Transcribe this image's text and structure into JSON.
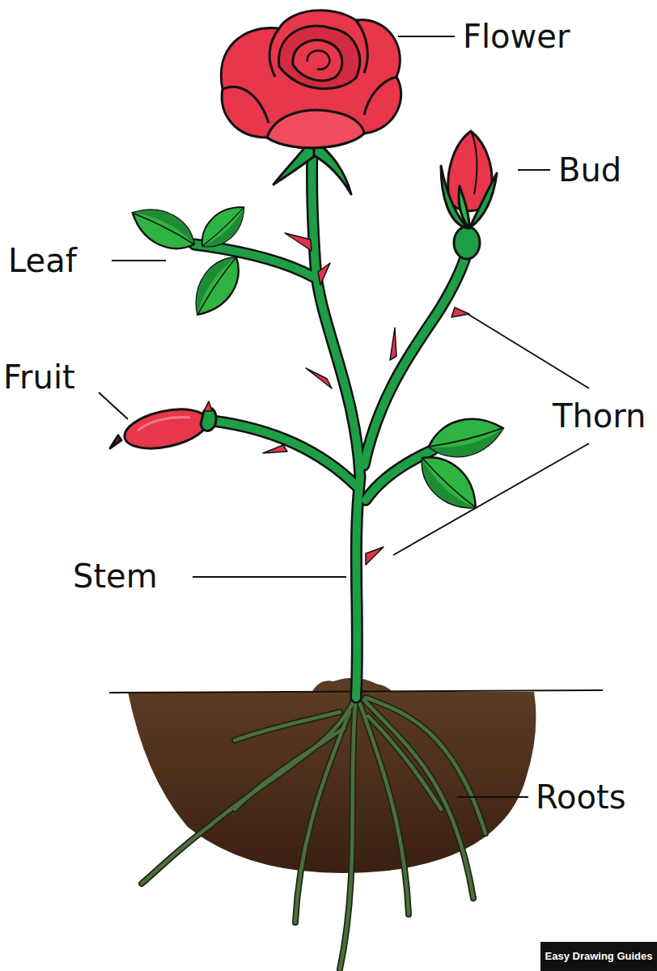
{
  "diagram": {
    "labels": [
      "Flower",
      "Bud",
      "Leaf",
      "Fruit",
      "Thorn",
      "Stem",
      "Roots",
      "Easy Drawing Guides"
    ]
  }
}
